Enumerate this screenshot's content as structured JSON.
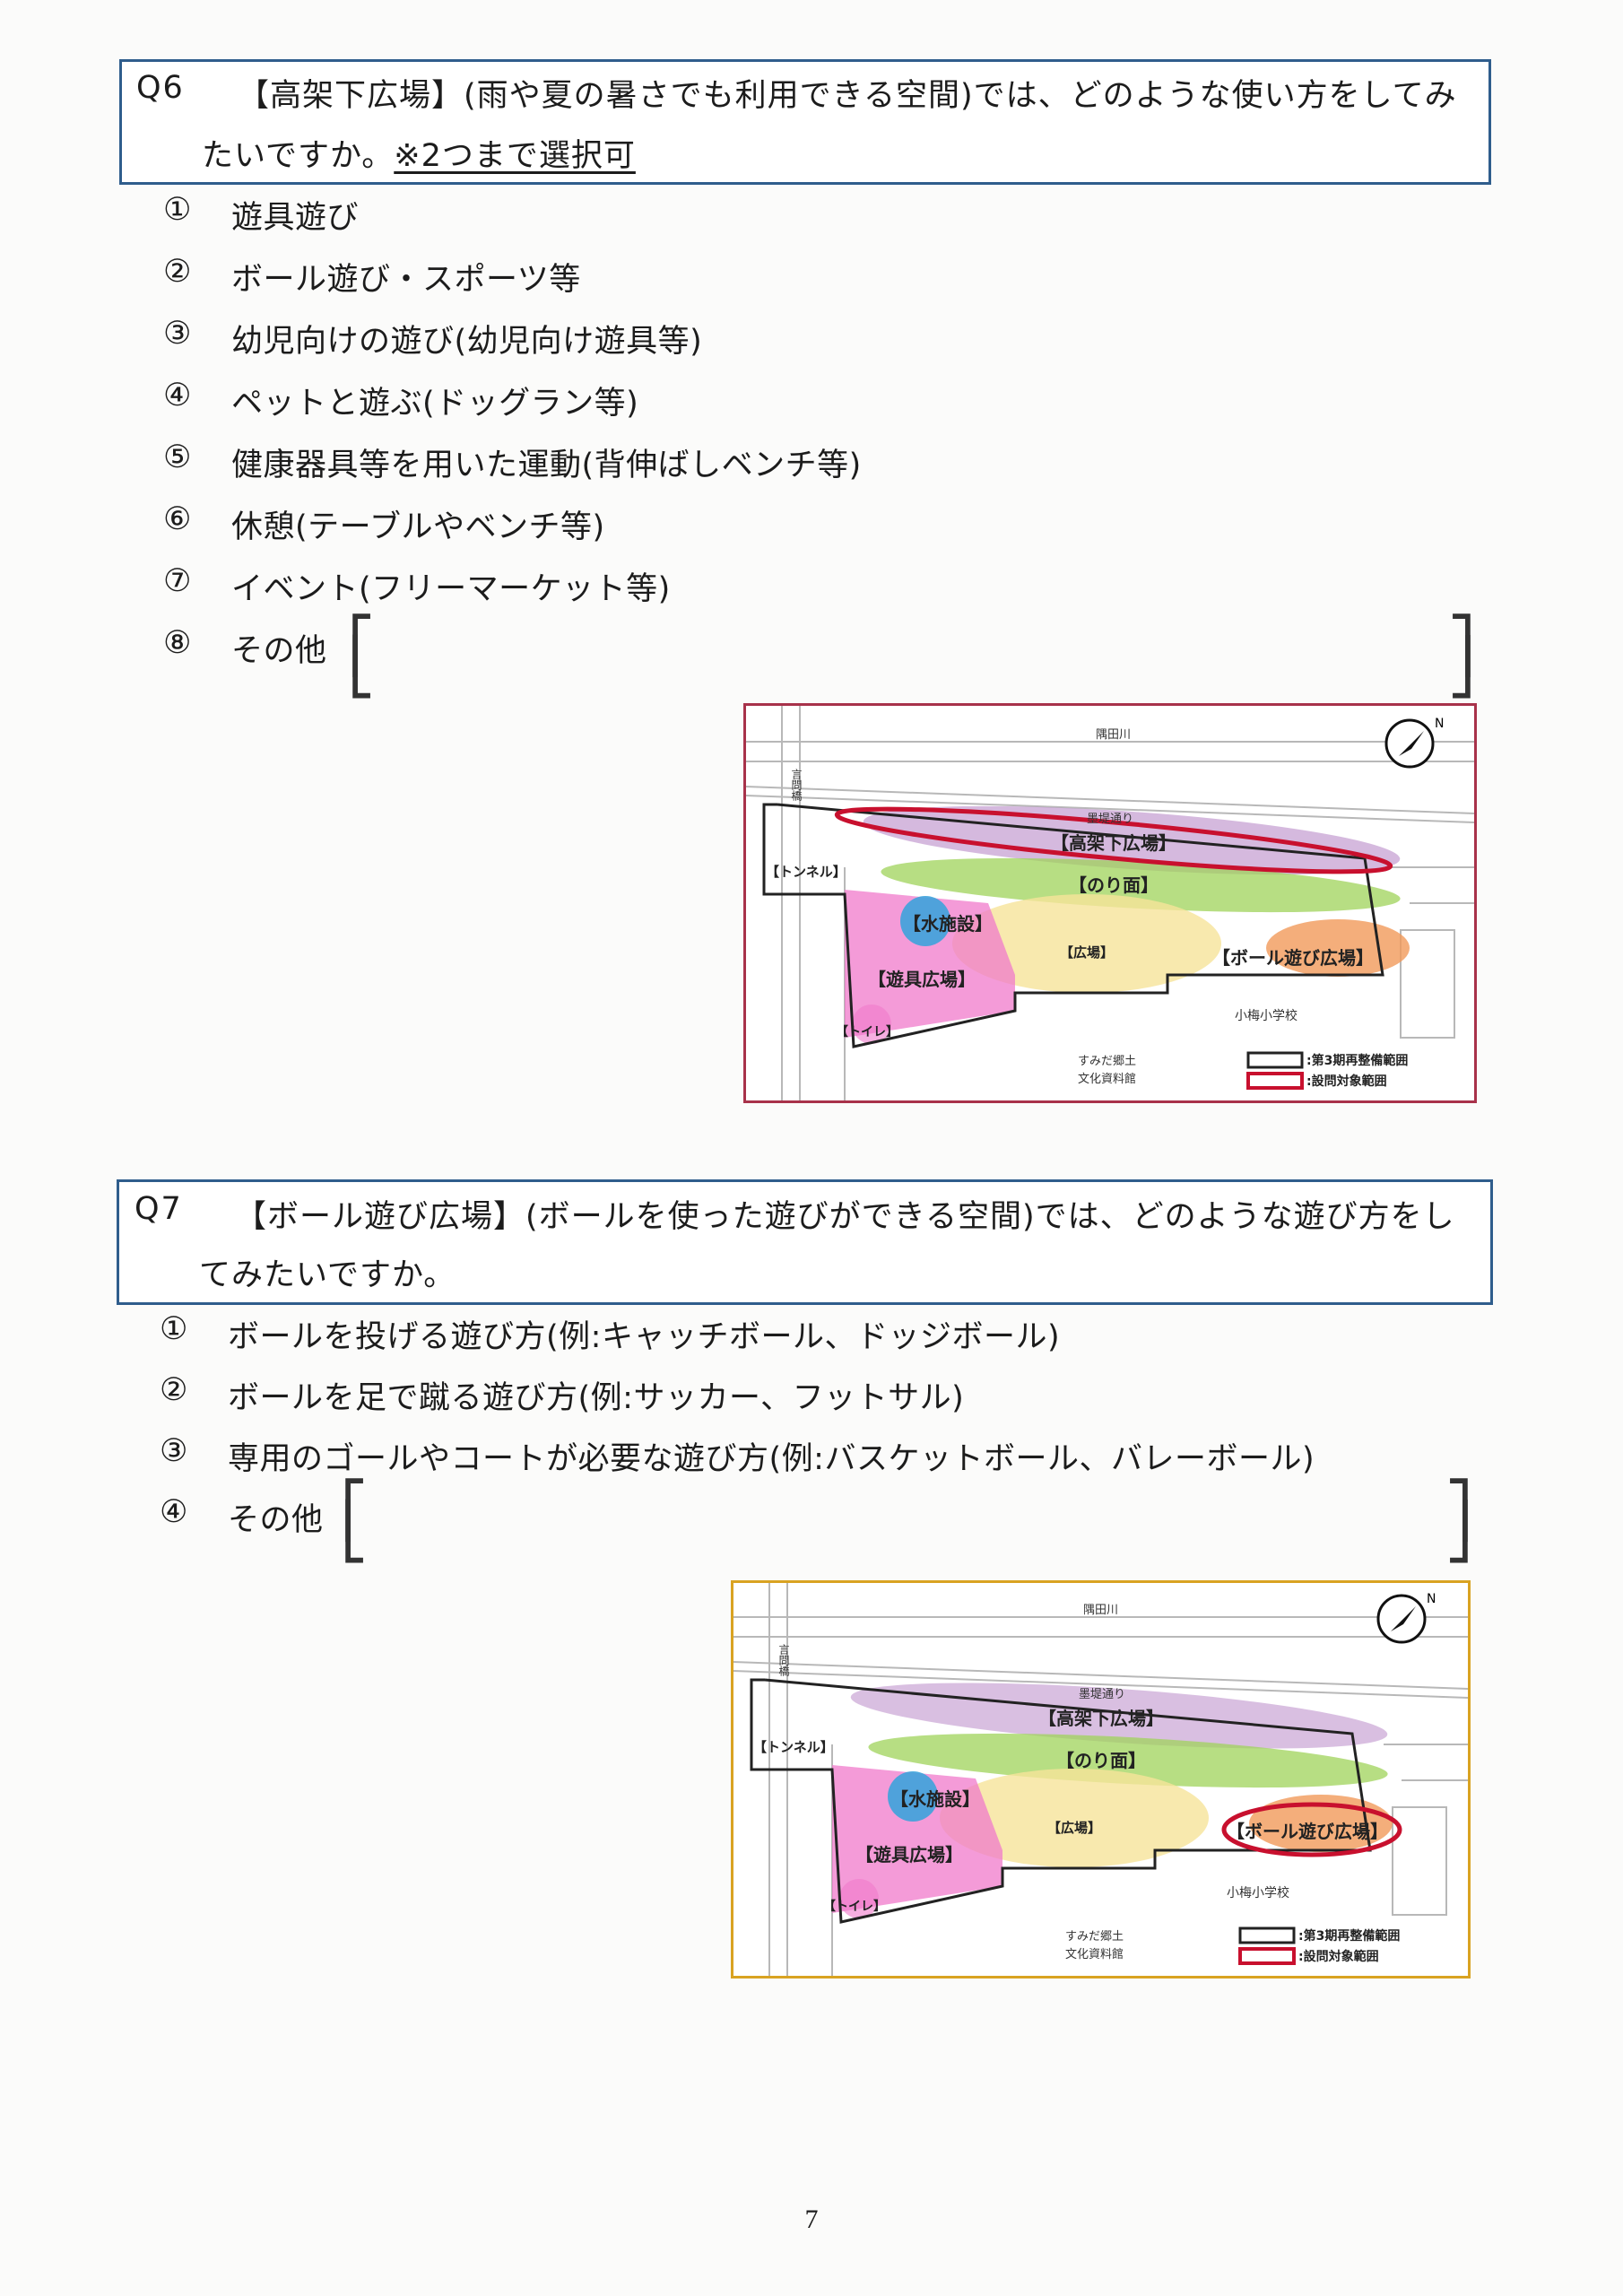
{
  "q6": {
    "num": "Q6",
    "line1": "【高架下広場】(雨や夏の暑さでも利用できる空間)では、どのような使い方をしてみ",
    "line2": "たいですか。",
    "note": "※2つまで選択可",
    "options": [
      {
        "num": "①",
        "text": "遊具遊び"
      },
      {
        "num": "②",
        "text": "ボール遊び・スポーツ等"
      },
      {
        "num": "③",
        "text": "幼児向けの遊び(幼児向け遊具等)"
      },
      {
        "num": "④",
        "text": "ペットと遊ぶ(ドッグラン等)"
      },
      {
        "num": "⑤",
        "text": "健康器具等を用いた運動(背伸ばしベンチ等)"
      },
      {
        "num": "⑥",
        "text": "休憩(テーブルやベンチ等)"
      },
      {
        "num": "⑦",
        "text": "イベント(フリーマーケット等)"
      },
      {
        "num": "⑧",
        "text": "その他"
      }
    ]
  },
  "q7": {
    "num": "Q7",
    "line1": "【ボール遊び広場】(ボールを使った遊びができる空間)では、どのような遊び方をし",
    "line2": "てみたいですか。",
    "options": [
      {
        "num": "①",
        "text": "ボールを投げる遊び方(例:キャッチボール、ドッジボール)"
      },
      {
        "num": "②",
        "text": "ボールを足で蹴る遊び方(例:サッカー、フットサル)"
      },
      {
        "num": "③",
        "text": "専用のゴールやコートが必要な遊び方(例:バスケットボール、バレーボール)"
      },
      {
        "num": "④",
        "text": "その他"
      }
    ]
  },
  "map": {
    "river": "隅田川",
    "road": "墨堤通り",
    "kotobashi": "言問橋",
    "tunnel": "【トンネル】",
    "koukashita": "【高架下広場】",
    "norimen": "【のり面】",
    "water": "【水施設】",
    "hiroba": "【広場】",
    "ball": "【ボール遊び広場】",
    "yugu": "【遊具広場】",
    "toilet": "【トイレ】",
    "school": "小梅小学校",
    "museum1": "すみだ郷土",
    "museum2": "文化資料館",
    "legend1": ":第3期再整備範囲",
    "legend2": ":設問対象範囲",
    "north": "N",
    "colors": {
      "koukashita": "#b98ac8",
      "norimen": "#9fd35a",
      "hiroba": "#f6e39a",
      "ball": "#f19a5a",
      "yugu": "#f07acb",
      "water": "#3da3dc",
      "highlight": "#c8102e",
      "frame1": "#a8324a",
      "frame2": "#d9a322"
    }
  },
  "page_number": "7"
}
